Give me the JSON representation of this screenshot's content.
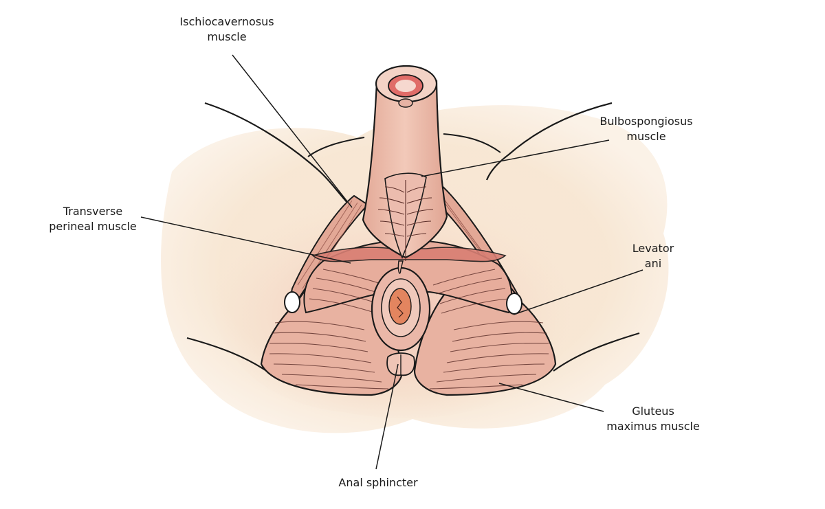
{
  "labels": {
    "ischiocavernosus": {
      "line1": "Ischiocavernosus",
      "line2": "muscle"
    },
    "bulbospongiosus": {
      "line1": "Bulbospongiosus",
      "line2": "muscle"
    },
    "transverse_perineal": {
      "line1": "Transverse",
      "line2": "perineal muscle"
    },
    "levator_ani": {
      "line1": "Levator",
      "line2": "ani"
    },
    "gluteus_maximus": {
      "line1": "Gluteus",
      "line2": "maximus muscle"
    },
    "anal_sphincter": {
      "line1": "Anal sphincter"
    }
  },
  "colors": {
    "background": "#ffffff",
    "skin_wash": "#f6e3cf",
    "muscle": "#e9b8a6",
    "muscle_deep": "#d9867a",
    "outline": "#1a1a1a",
    "highlight": "#e57d73"
  }
}
